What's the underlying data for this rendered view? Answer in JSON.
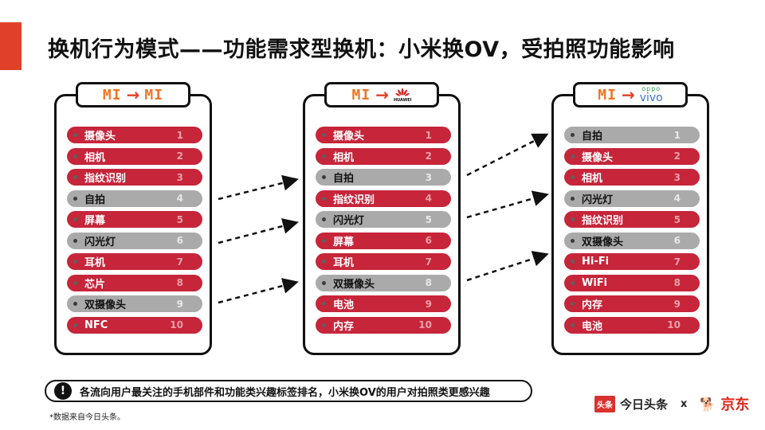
{
  "title": "换机行为模式——功能需求型换机：小米换OV，受拍照功能影响",
  "colors": {
    "accent": "#e0402a",
    "red_row": "#c6253a",
    "gray_row": "#aaaaaa",
    "jd_red": "#e1251b"
  },
  "panels": [
    {
      "header": {
        "from": "MI",
        "arrow": "→",
        "to": "MI"
      },
      "items": [
        {
          "label": "摄像头",
          "rank": "1",
          "style": "red"
        },
        {
          "label": "相机",
          "rank": "2",
          "style": "red"
        },
        {
          "label": "指纹识别",
          "rank": "3",
          "style": "red"
        },
        {
          "label": "自拍",
          "rank": "4",
          "style": "gray"
        },
        {
          "label": "屏幕",
          "rank": "5",
          "style": "red"
        },
        {
          "label": "闪光灯",
          "rank": "6",
          "style": "gray"
        },
        {
          "label": "耳机",
          "rank": "7",
          "style": "red"
        },
        {
          "label": "芯片",
          "rank": "8",
          "style": "red"
        },
        {
          "label": "双摄像头",
          "rank": "9",
          "style": "gray"
        },
        {
          "label": "NFC",
          "rank": "10",
          "style": "red"
        }
      ]
    },
    {
      "header": {
        "from": "MI",
        "arrow": "→",
        "to": "HUAWEI"
      },
      "items": [
        {
          "label": "摄像头",
          "rank": "1",
          "style": "red"
        },
        {
          "label": "相机",
          "rank": "2",
          "style": "red"
        },
        {
          "label": "自拍",
          "rank": "3",
          "style": "gray"
        },
        {
          "label": "指纹识别",
          "rank": "4",
          "style": "red"
        },
        {
          "label": "闪光灯",
          "rank": "5",
          "style": "gray"
        },
        {
          "label": "屏幕",
          "rank": "6",
          "style": "red"
        },
        {
          "label": "耳机",
          "rank": "7",
          "style": "red"
        },
        {
          "label": "双摄像头",
          "rank": "8",
          "style": "gray"
        },
        {
          "label": "电池",
          "rank": "9",
          "style": "red"
        },
        {
          "label": "内存",
          "rank": "10",
          "style": "red"
        }
      ]
    },
    {
      "header": {
        "from": "MI",
        "arrow": "→",
        "to_top": "oppo",
        "to": "vivo"
      },
      "items": [
        {
          "label": "自拍",
          "rank": "1",
          "style": "gray"
        },
        {
          "label": "摄像头",
          "rank": "2",
          "style": "red"
        },
        {
          "label": "相机",
          "rank": "3",
          "style": "red"
        },
        {
          "label": "闪光灯",
          "rank": "4",
          "style": "gray"
        },
        {
          "label": "指纹识别",
          "rank": "5",
          "style": "red"
        },
        {
          "label": "双摄像头",
          "rank": "6",
          "style": "gray"
        },
        {
          "label": "Hi-Fi",
          "rank": "7",
          "style": "red"
        },
        {
          "label": "WiFi",
          "rank": "8",
          "style": "red"
        },
        {
          "label": "内存",
          "rank": "9",
          "style": "red"
        },
        {
          "label": "电池",
          "rank": "10",
          "style": "red"
        }
      ]
    }
  ],
  "note": {
    "icon": "!",
    "text": "各流向用户最关注的手机部件和功能类兴趣标签排名，小米换OV的用户对拍照类更感兴趣"
  },
  "footnote": "*数据来自今日头条。",
  "partners": {
    "toutiao_badge": "头条",
    "toutiao": "今日头条",
    "times": "x",
    "jd": "京东"
  }
}
